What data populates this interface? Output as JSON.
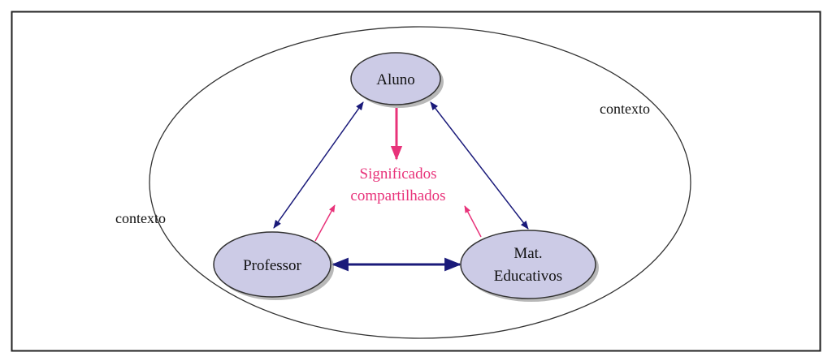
{
  "nodes": {
    "aluno": "Aluno",
    "professor": "Professor",
    "mat_line1": "Mat.",
    "mat_line2": "Educativos"
  },
  "center": {
    "line1": "Significados",
    "line2": "compartilhados"
  },
  "context_labels": [
    "contexto",
    "contexto"
  ],
  "colors": {
    "node_fill": "#cccbe6",
    "arrow_blue": "#1a1a7a",
    "arrow_pink": "#e8337a"
  }
}
